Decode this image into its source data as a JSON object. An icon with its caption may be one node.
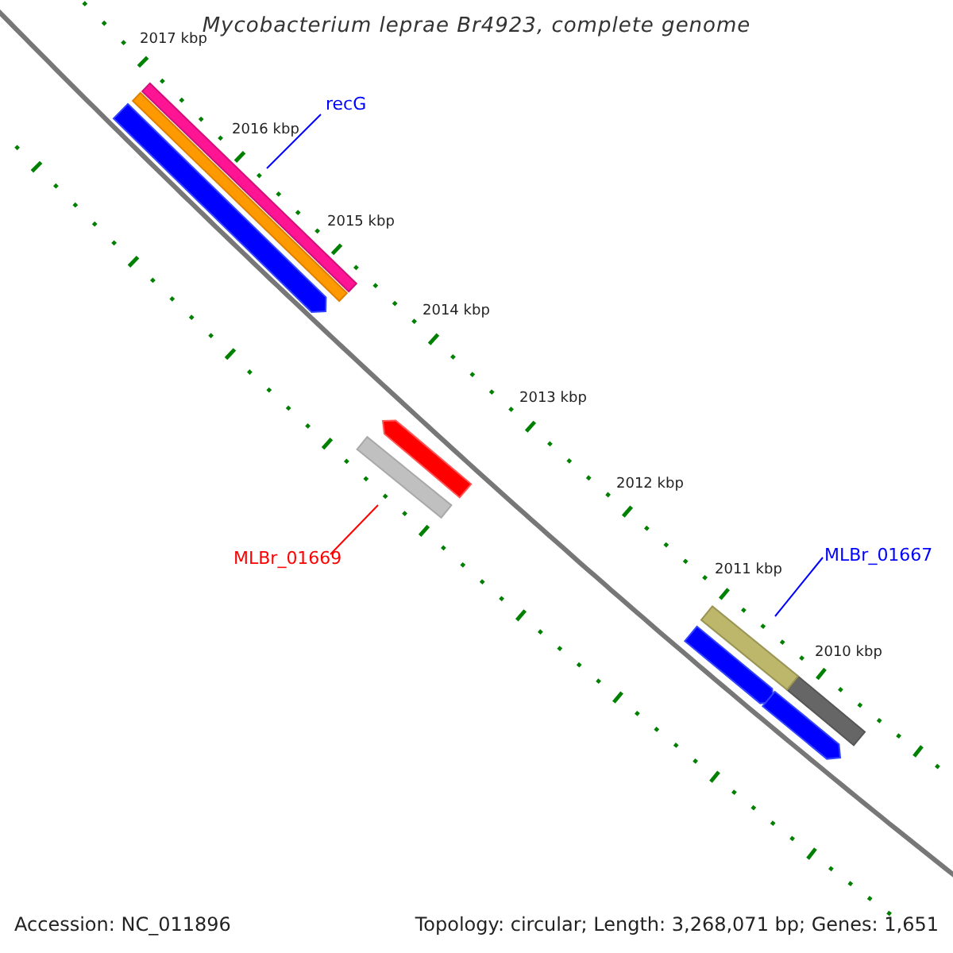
{
  "diagram": {
    "title": "Mycobacterium leprae Br4923, complete genome",
    "nodes": [
      {
        "text": [
          "recG"
        ]
      },
      {
        "text": [],
        "shape": "bar"
      },
      {
        "text": [
          "MLBr_01669"
        ]
      },
      {
        "text": [],
        "shape": "bar"
      },
      {
        "text": [
          "MLBr_01667"
        ]
      },
      {
        "text": [],
        "shape": "bar"
      }
    ],
    "edges": [
      {
        "from": 0,
        "to": 1,
        "arrow": "none"
      },
      {
        "from": 2,
        "to": 3,
        "arrow": "none",
        "color": "#ff0000"
      },
      {
        "from": 4,
        "to": 5,
        "arrow": "none"
      }
    ],
    "labels": [
      "2017 kbp",
      "2016 kbp",
      "2015 kbp",
      "2014 kbp",
      "2013 kbp",
      "2012 kbp",
      "2011 kbp",
      "2010 kbp",
      "Accession: NC_011896",
      "Topology: circular; Length: 3,268,071 bp; Genes: 1,651"
    ]
  }
}
